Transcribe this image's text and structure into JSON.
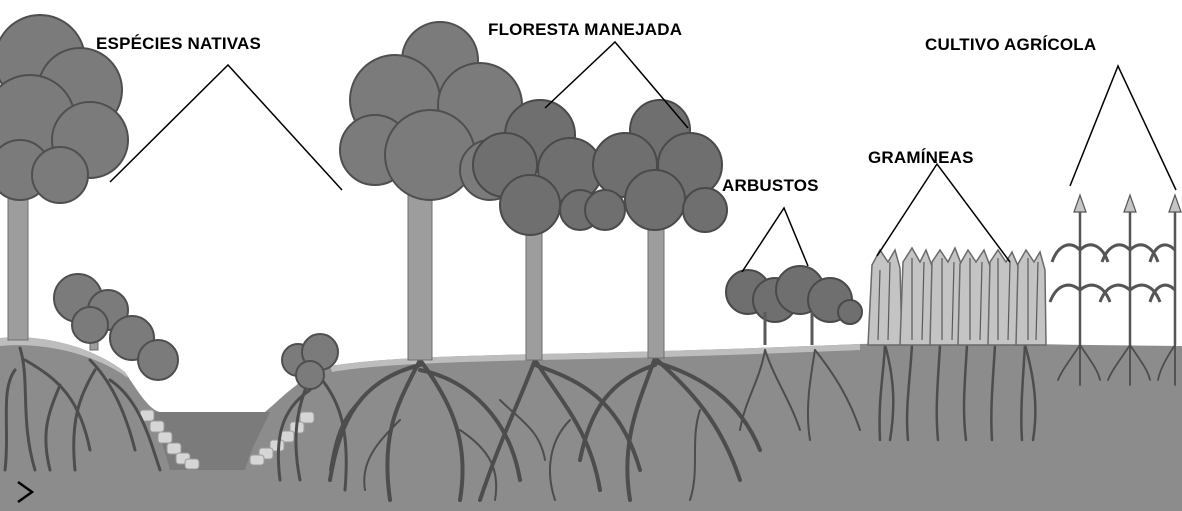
{
  "labels": {
    "native_species": "ESPÉCIES NATIVAS",
    "managed_forest": "FLORESTA MANEJADA",
    "shrubs": "ARBUSTOS",
    "grasses": "GRAMÍNEAS",
    "agricultural_crop": "CULTIVO AGRÍCOLA"
  },
  "colors": {
    "background": "#ffffff",
    "soil": "#8a8a8a",
    "soil_dark": "#6f6f6f",
    "canopy": "#7a7a7a",
    "canopy_dark": "#555555",
    "trunk": "#9a9a9a",
    "roots": "#4a4a4a",
    "grass": "#b8b8b8",
    "leader_line": "#000000"
  }
}
